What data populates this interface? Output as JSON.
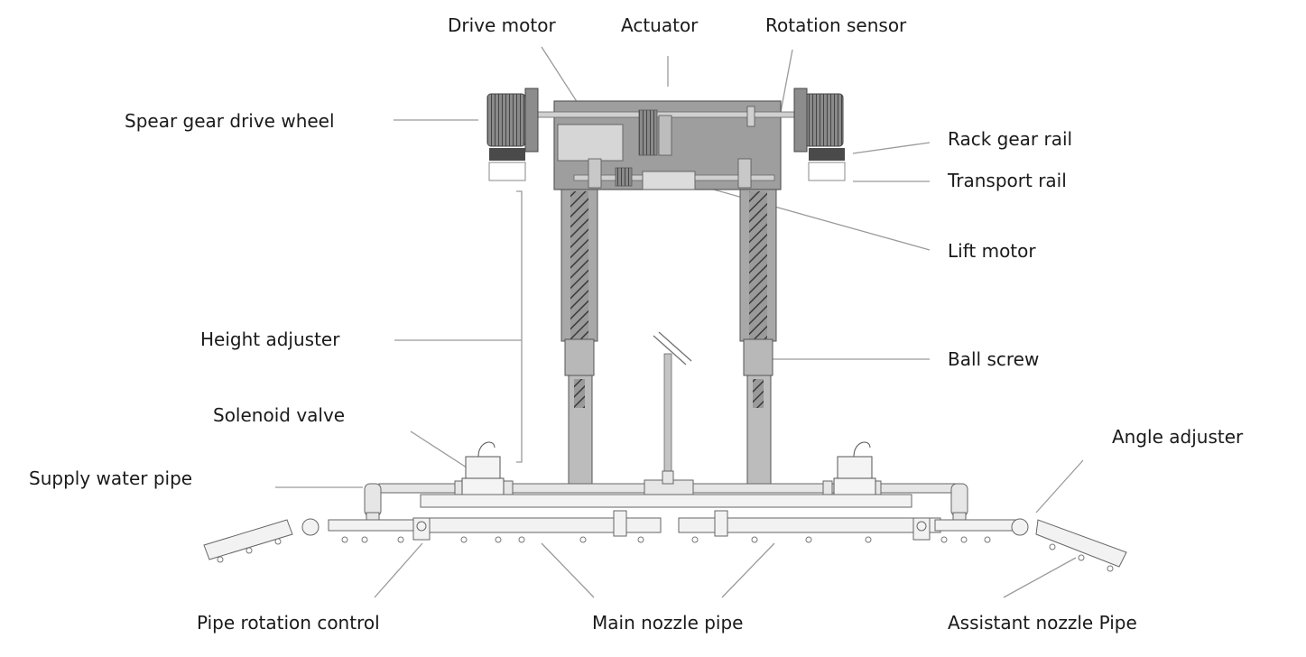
{
  "labels": {
    "drive_motor": "Drive motor",
    "actuator": "Actuator",
    "rotation_sensor": "Rotation sensor",
    "spear_gear_drive_wheel": "Spear gear drive wheel",
    "rack_gear_rail": "Rack gear rail",
    "transport_rail": "Transport rail",
    "lift_motor": "Lift motor",
    "height_adjuster": "Height adjuster",
    "ball_screw": "Ball screw",
    "solenoid_valve": "Solenoid valve",
    "angle_adjuster": "Angle adjuster",
    "supply_water_pipe": "Supply water pipe",
    "pipe_rotation_control": "Pipe rotation control",
    "main_nozzle_pipe": "Main nozzle pipe",
    "assistant_nozzle_pipe": "Assistant nozzle Pipe"
  }
}
